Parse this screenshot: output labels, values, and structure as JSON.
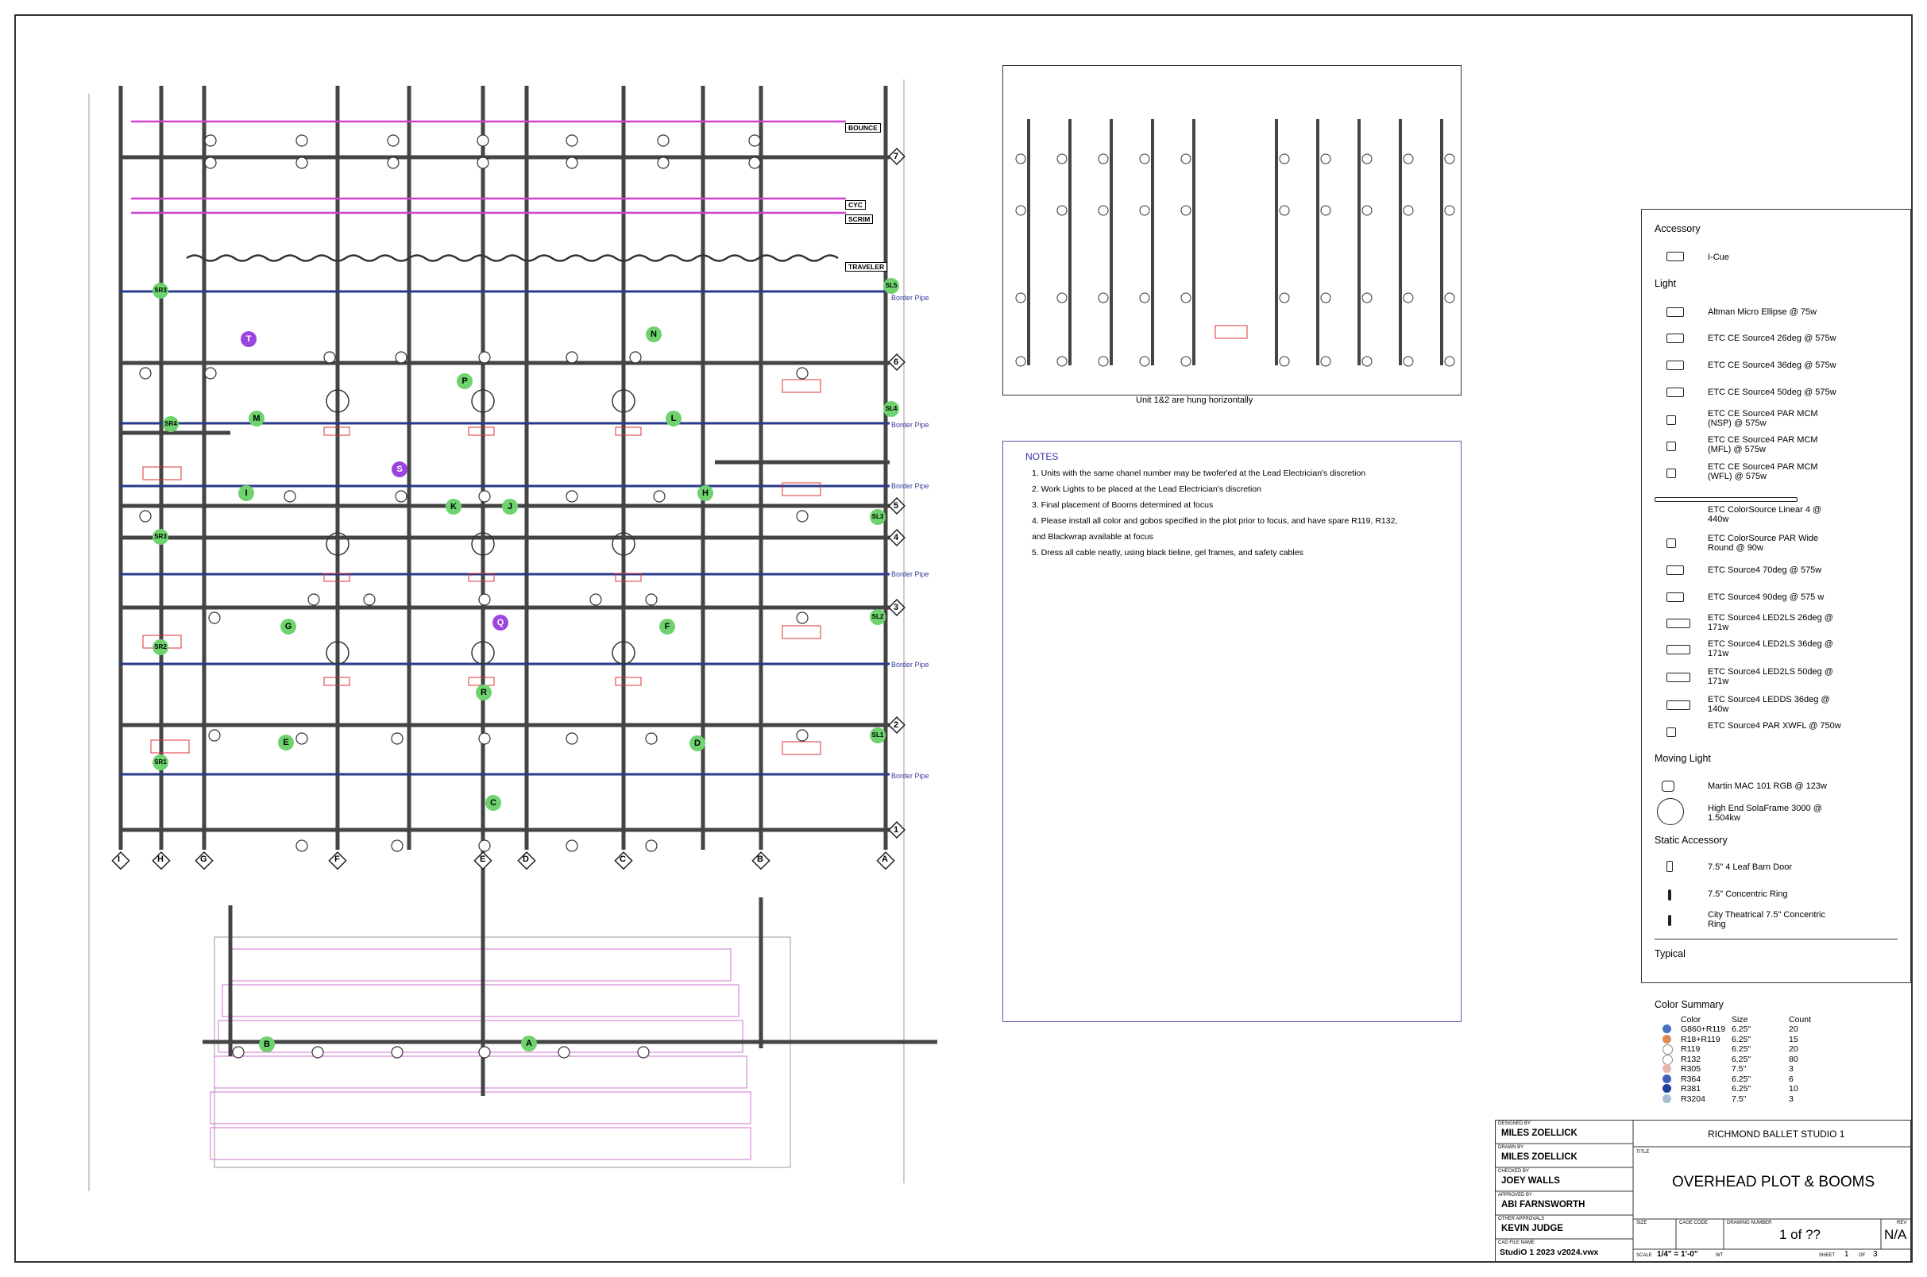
{
  "drawing": {
    "set_labels": [
      "BOUNCE",
      "CYC",
      "SCRIM",
      "TRAVELER"
    ],
    "border_pipe_label": "Border Pipe",
    "pipe_numbers": [
      "7",
      "6",
      "5",
      "4",
      "3",
      "2",
      "1"
    ],
    "grid_letters": [
      "I",
      "H",
      "G",
      "F",
      "E",
      "D",
      "C",
      "B",
      "A"
    ],
    "boom_labels": [
      "SR3",
      "SL5",
      "SR4",
      "SL4",
      "SR3",
      "SL3",
      "SR2",
      "SL2",
      "SR1",
      "SL1"
    ],
    "specials": [
      "T",
      "P",
      "N",
      "M",
      "L",
      "S",
      "I",
      "K",
      "J",
      "H",
      "G",
      "Q",
      "F",
      "E",
      "R",
      "D",
      "C",
      "B",
      "A"
    ]
  },
  "units": {
    "caption": "Unit 1&2 are hung horizontally"
  },
  "notes": {
    "heading": "NOTES",
    "items": [
      "1. Units with the same chanel number may be twofer'ed at the Lead Electrician's discretion",
      "2. Work Lights to be placed at the Lead Electrician's discretion",
      "3. Final placement of Booms determined at focus",
      "4. Please install all color and gobos specified in the plot prior to focus, and have spare R119, R132,",
      "and Blackwrap available at focus",
      "5. Dress all cable neatly, using black tieline, gel frames, and safety cables"
    ]
  },
  "legend": {
    "sections": [
      {
        "title": "Accessory",
        "items": [
          "I-Cue"
        ]
      },
      {
        "title": "Light",
        "items": [
          "Altman Micro Ellipse @ 75w",
          "ETC CE Source4 26deg @ 575w",
          "ETC CE Source4 36deg @ 575w",
          "ETC CE Source4 50deg @ 575w",
          "ETC CE Source4 PAR MCM (NSP) @ 575w",
          "ETC CE Source4 PAR MCM (MFL) @ 575w",
          "ETC CE Source4 PAR MCM (WFL) @ 575w",
          "ETC ColorSource Linear 4 @ 440w",
          "ETC ColorSource PAR Wide Round @ 90w",
          "ETC Source4 70deg @ 575w",
          "ETC Source4 90deg @ 575 w",
          "ETC Source4 LED2LS 26deg @ 171w",
          "ETC Source4 LED2LS 36deg @ 171w",
          "ETC Source4 LED2LS 50deg @ 171w",
          "ETC Source4 LEDDS 36deg @ 140w",
          "ETC Source4 PAR XWFL @ 750w"
        ]
      },
      {
        "title": "Moving Light",
        "items": [
          "Martin MAC 101 RGB @ 123w",
          "High End SolaFrame 3000 @ 1.504kw"
        ]
      },
      {
        "title": "Static Accessory",
        "items": [
          "7.5\" 4 Leaf Barn Door",
          "7.5\" Concentric Ring",
          "City Theatrical 7.5\" Concentric Ring"
        ]
      },
      {
        "title": "Typical",
        "items": []
      }
    ],
    "color_summary": {
      "title": "Color Summary",
      "headers": [
        "Color",
        "Size",
        "Count"
      ],
      "rows": [
        {
          "color": "G860+R119",
          "size": "6.25\"",
          "count": "20",
          "swatch": "#4a6fc4"
        },
        {
          "color": "R18+R119",
          "size": "6.25\"",
          "count": "15",
          "swatch": "#e08a55"
        },
        {
          "color": "R119",
          "size": "6.25\"",
          "count": "20",
          "swatch": "#ffffff"
        },
        {
          "color": "R132",
          "size": "6.25\"",
          "count": "80",
          "swatch": "#ffffff"
        },
        {
          "color": "R305",
          "size": "7.5\"",
          "count": "3",
          "swatch": "#e9b6a8"
        },
        {
          "color": "R364",
          "size": "6.25\"",
          "count": "6",
          "swatch": "#3f62b8"
        },
        {
          "color": "R381",
          "size": "6.25\"",
          "count": "10",
          "swatch": "#1e3f9a"
        },
        {
          "color": "R3204",
          "size": "7.5\"",
          "count": "3",
          "swatch": "#a9bcd8"
        }
      ]
    }
  },
  "title_block": {
    "designed_by_label": "DESIGNED BY",
    "designed_by": "MILES ZOELLICK",
    "drawn_by_label": "DRAWN BY",
    "drawn_by": "MILES ZOELLICK",
    "checked_by_label": "CHECKED BY",
    "checked_by": "JOEY WALLS",
    "approved_by_label": "APPROVED BY",
    "approved_by": "ABI FARNSWORTH",
    "other_label": "OTHER APPROVALS",
    "other": "KEVIN JUDGE",
    "file_label": "CAD FILE NAME",
    "file": "StudiO 1 2023 v2024.vwx",
    "client": "RICHMOND BALLET STUDIO 1",
    "title_label": "TITLE",
    "title": "OVERHEAD PLOT & BOOMS",
    "size_label": "SIZE",
    "cage_label": "CAGE CODE",
    "dwg_label": "DRAWING NUMBER",
    "dwg": "1 of ??",
    "rev_label": "REV",
    "rev": "N/A",
    "scale_label": "SCALE",
    "scale": "1/4\" = 1'-0\"",
    "weight_label": "WT",
    "sheet_label": "SHEET",
    "sheet": "1",
    "of_label": "OF",
    "of": "3"
  }
}
